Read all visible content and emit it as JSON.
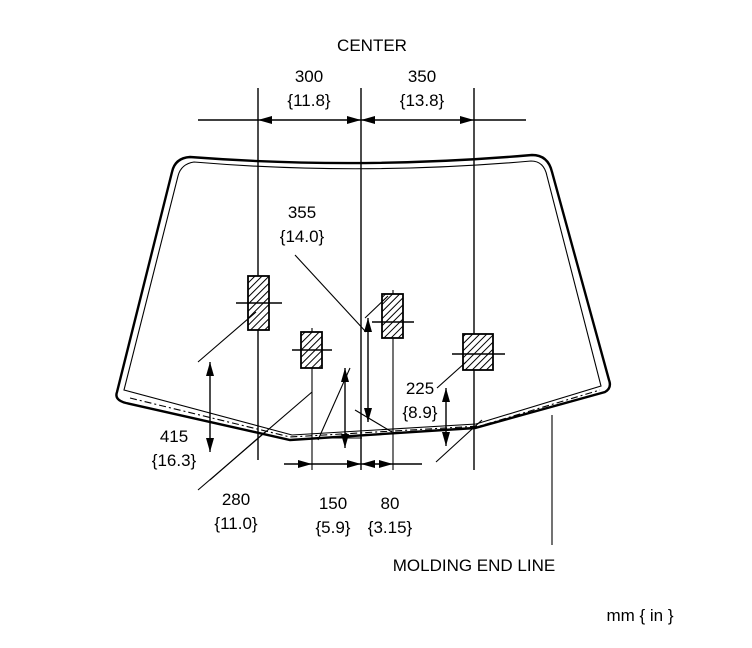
{
  "labels": {
    "center": "CENTER",
    "d300": "300",
    "d300_in": "{11.8}",
    "d350": "350",
    "d350_in": "{13.8}",
    "d355": "355",
    "d355_in": "{14.0}",
    "d225": "225",
    "d225_in": "{8.9}",
    "d415": "415",
    "d415_in": "{16.3}",
    "d280": "280",
    "d280_in": "{11.0}",
    "d150": "150",
    "d150_in": "{5.9}",
    "d80": "80",
    "d80_in": "{3.15}",
    "molding_end_line": "MOLDING END LINE",
    "units": "mm { in }"
  }
}
